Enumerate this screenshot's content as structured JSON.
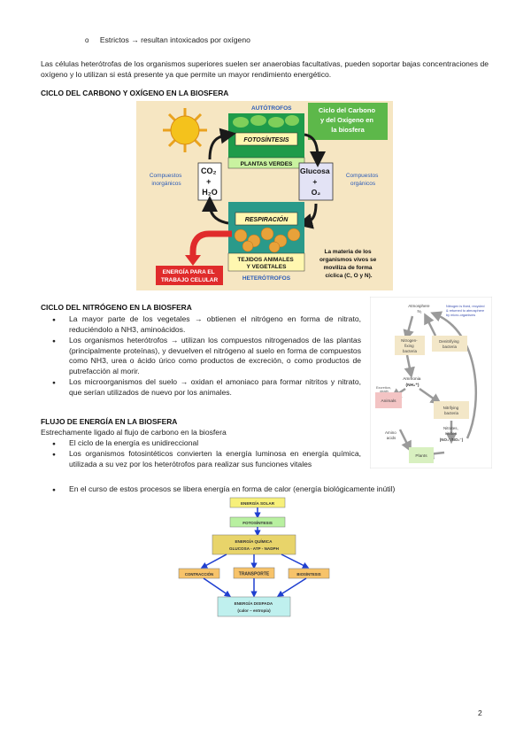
{
  "intro": {
    "bullet_glyph": "o",
    "bullet_text": "Estrictos → resultan intoxicados por oxígeno",
    "paragraph": "Las células heterótrofas de los organismos superiores suelen ser anaerobias facultativas, pueden soportar bajas concentraciones de oxígeno y lo utilizan si está presente ya que permite un mayor rendimiento energético."
  },
  "carbon_section": {
    "heading": "CICLO DEL CARBONO Y OXÍGENO EN LA BIOSFERA",
    "figure": {
      "autotrofos": "AUTÓTROFOS",
      "fotosintesis": "FOTOSÍNTESIS",
      "plantas_verdes": "PLANTAS VERDES",
      "co2_lines": [
        "CO₂",
        "+",
        "H₂O"
      ],
      "glucosa_lines": [
        "Glucosa",
        "+",
        "O₂"
      ],
      "compuestos_inorganicos": [
        "Compuestos",
        "inorgánicos"
      ],
      "compuestos_organicos": [
        "Compuestos",
        "orgánicos"
      ],
      "title_box": [
        "Ciclo del Carbono",
        "y del Oxígeno en",
        "la biosfera"
      ],
      "respiracion": "RESPIRACIÓN",
      "energia": [
        "ENERGÍA PARA EL",
        "TRABAJO CELULAR"
      ],
      "tejidos": [
        "TEJIDOS ANIMALES",
        "Y VEGETALES"
      ],
      "heterotrofos": "HETERÓTROFOS",
      "materia": [
        "La materia de los",
        "organismos vivos se",
        "moviliza de forma",
        "cíclica (C, O y N)."
      ],
      "colors": {
        "bg": "#f6e6c2",
        "green": "#1f9b4a",
        "teal": "#2a9a8a",
        "orange": "#e57a2a",
        "red": "#e02b2b",
        "blue_text": "#2b5bb8",
        "title_green": "#5db84a"
      }
    }
  },
  "nitrogen_section": {
    "heading": "CICLO DEL NITRÓGENO EN LA BIOSFERA",
    "bullets": [
      "La mayor parte de los vegetales → obtienen el nitrógeno en forma de nitrato, reduciéndolo a NH3, aminoácidos.",
      "Los organismos heterótrofos → utilizan los compuestos nitrogenados de las plantas (principalmente proteínas), y devuelven el nitrógeno al suelo en forma de compuestos como NH3, urea o ácido úrico como productos de excreción, o como productos de putrefacción al morir.",
      "Los microorganismos del suelo → oxidan el amoniaco para formar nitritos y nitrato, que serían utilizados de nuevo por los animales."
    ],
    "figure": {
      "atmosfera": [
        "Atmosphere",
        "N₂"
      ],
      "note": [
        "Nitrogen is fixed, recycled",
        "& returned to atmosphere",
        "by micro-organisms"
      ],
      "nitrogen_fixing": [
        "Nitrogen-",
        "fixing",
        "bacteria"
      ],
      "denitrifying": [
        "Denitrifying",
        "bacteria"
      ],
      "ammonia": [
        "Ammonia",
        "(NH₄⁺)"
      ],
      "animals": "Animals",
      "nitrifying": [
        "Nitrifying",
        "bacteria"
      ],
      "amino": [
        "Amino",
        "acids"
      ],
      "nitrates": [
        "Nitrates,",
        "nitrites",
        "(NO₃⁻/NO₂⁻)"
      ],
      "plants": "Plants",
      "excretion": [
        "Excretion,",
        "death"
      ]
    }
  },
  "energy_section": {
    "heading": "FLUJO DE ENERGÍA EN LA BIOSFERA",
    "subtitle": "Estrechamente ligado al flujo de carbono en la biosfera",
    "bullets": [
      "El ciclo de la energía es unidireccional",
      "Los organismos fotosintéticos convierten la energía luminosa en energía química, utilizada a su vez por los heterótrofos para realizar sus funciones vitales",
      "En el curso de estos procesos se libera energía en forma de calor (energía biológicamente inútil)"
    ],
    "figure": {
      "energia_solar": "ENERGÍA SOLAR",
      "fotosintesis": "FOTOSÍNTESIS",
      "quimica": [
        "ENERGÍA QUÍMICA",
        "GLUCOSA - ATP - NADPH"
      ],
      "contraccion": "CONTRACCIÓN",
      "transporte": "TRANSPORTE",
      "biosintesis": "BIOSÍNTESIS",
      "calor": [
        "ENERGÍA DISIPADA",
        "(calor – entropía)"
      ]
    }
  },
  "page_number": "2"
}
